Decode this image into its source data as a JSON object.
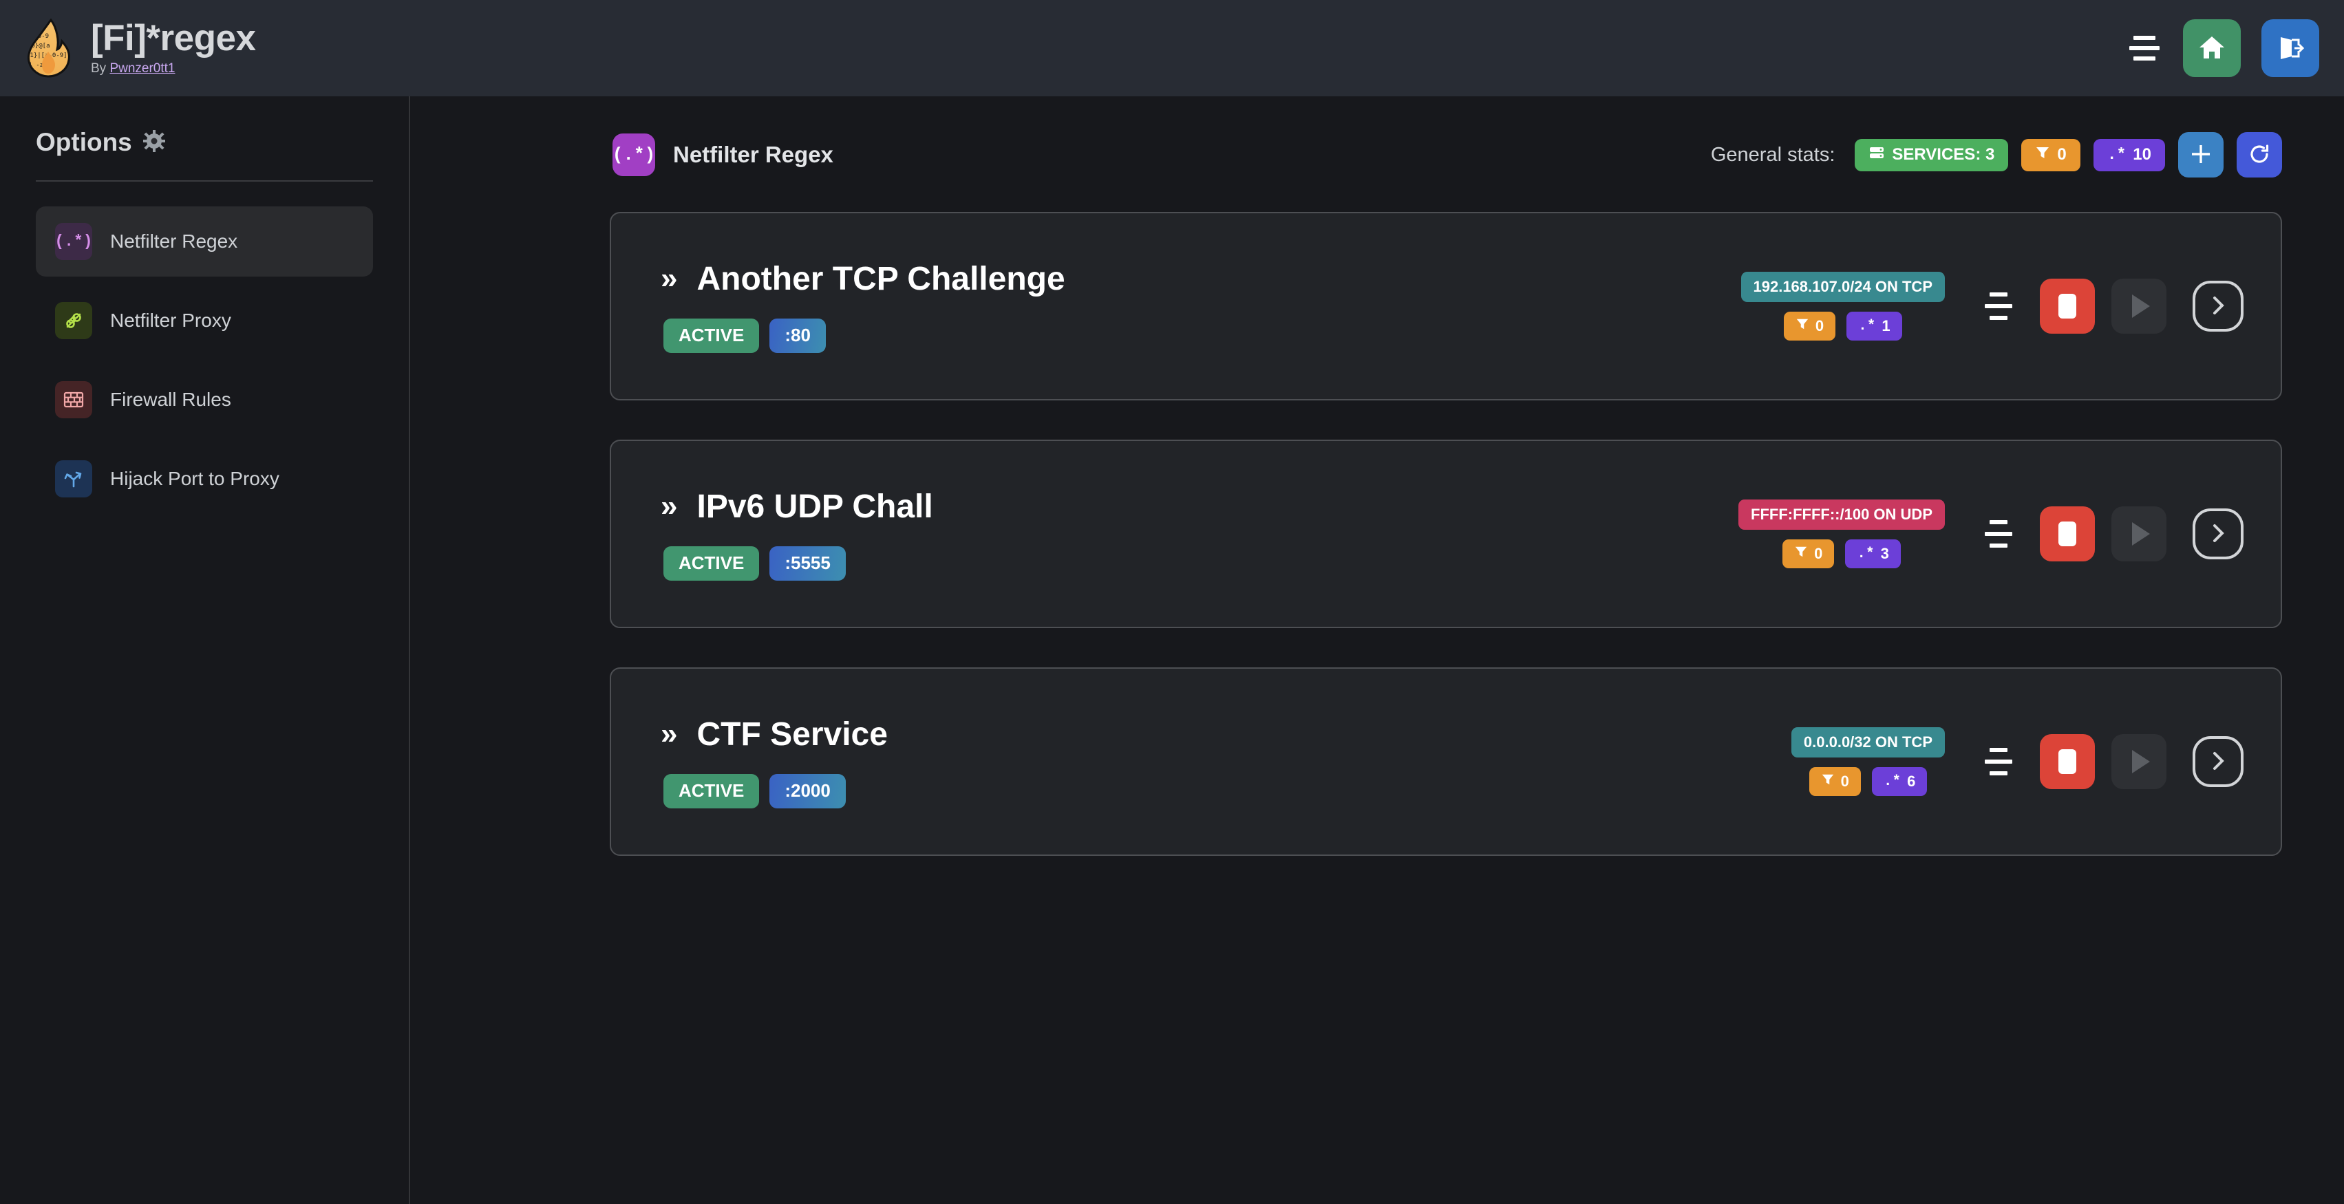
{
  "app": {
    "title": "[Fi]*regex",
    "by_prefix": "By ",
    "author": "Pwnzer0tt1",
    "logo_icon": "flame-regex-logo"
  },
  "topbar": {
    "menu_icon": "hamburger-icon",
    "home_icon": "home-icon",
    "logout_icon": "logout-icon"
  },
  "sidebar": {
    "heading": "Options",
    "gear": "⚙",
    "items": [
      {
        "label": "Netfilter Regex",
        "icon": "regex-icon",
        "glyph": "(.*)",
        "active": true
      },
      {
        "label": "Netfilter Proxy",
        "icon": "plug-connector-icon",
        "active": false
      },
      {
        "label": "Firewall Rules",
        "icon": "brick-wall-icon",
        "active": false
      },
      {
        "label": "Hijack Port to Proxy",
        "icon": "arrow-fork-icon",
        "active": false
      }
    ]
  },
  "main": {
    "page_icon_glyph": "(.*)",
    "page_title": "Netfilter Regex",
    "stats_label": "General stats:",
    "stats": {
      "services_icon": "server-stack-icon",
      "services_label": "SERVICES: 3",
      "filter_icon": "filter-icon",
      "filter_count": "0",
      "regex_icon": "regex-glyph",
      "regex_glyph": ".*",
      "regex_count": "10"
    },
    "add_button_icon": "plus-icon",
    "refresh_button_icon": "refresh-icon"
  },
  "services": [
    {
      "chevron": "»",
      "name": "Another TCP Challenge",
      "status": "ACTIVE",
      "port": ":80",
      "network": "192.168.107.0/24 ON TCP",
      "network_color": "teal",
      "filter_count": "0",
      "regex_glyph": ".*",
      "regex_count": "1",
      "menu_icon": "service-menu-icon",
      "stop_icon": "stop-icon",
      "play_icon": "play-icon",
      "detail_icon": "chevron-right-icon"
    },
    {
      "chevron": "»",
      "name": "IPv6 UDP Chall",
      "status": "ACTIVE",
      "port": ":5555",
      "network": "FFFF:FFFF::/100 ON UDP",
      "network_color": "pink",
      "filter_count": "0",
      "regex_glyph": ".*",
      "regex_count": "3",
      "menu_icon": "service-menu-icon",
      "stop_icon": "stop-icon",
      "play_icon": "play-icon",
      "detail_icon": "chevron-right-icon"
    },
    {
      "chevron": "»",
      "name": "CTF Service",
      "status": "ACTIVE",
      "port": ":2000",
      "network": "0.0.0.0/32 ON TCP",
      "network_color": "teal",
      "filter_count": "0",
      "regex_glyph": ".*",
      "regex_count": "6",
      "menu_icon": "service-menu-icon",
      "stop_icon": "stop-icon",
      "play_icon": "play-icon",
      "detail_icon": "chevron-right-icon"
    }
  ],
  "colors": {
    "page_bg": "#17181c",
    "topbar_bg": "#282c34",
    "card_bg": "#222428",
    "accent_purple": "#6c3fd8",
    "accent_green": "#4caf5e",
    "accent_orange": "#e8962e",
    "accent_red": "#dc4438",
    "accent_teal": "#38898f",
    "accent_pink": "#c9385f",
    "accent_blue": "#3b82c4"
  }
}
